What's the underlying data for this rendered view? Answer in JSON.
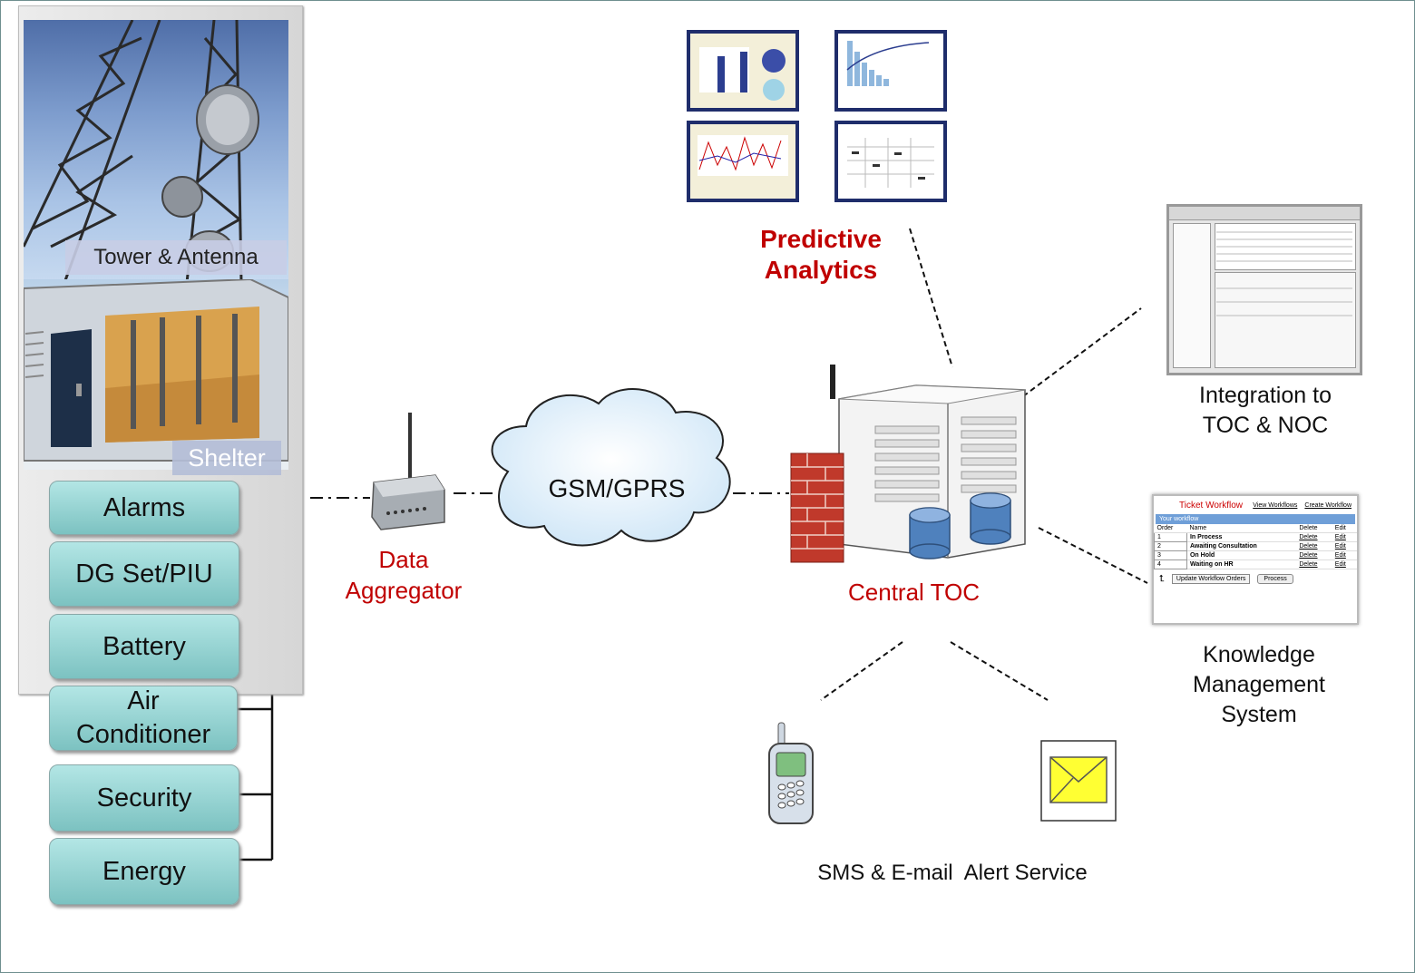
{
  "site": {
    "tower_caption": "Tower & Antenna",
    "shelter_caption": "Shelter",
    "items": [
      "Alarms",
      "DG Set/PIU",
      "Battery",
      "Air Conditioner",
      "Security",
      "Energy"
    ]
  },
  "aggregator": {
    "label": "Data Aggregator"
  },
  "network": {
    "label": "GSM/GPRS"
  },
  "central": {
    "label": "Central TOC"
  },
  "analytics": {
    "label": "Predictive Analytics"
  },
  "integration": {
    "label": "Integration to TOC & NOC"
  },
  "knowledge": {
    "label": "Knowledge Management System",
    "title": "Ticket Workflow",
    "view_link": "View Workflows",
    "create_link": "Create Workflow",
    "section": "Your workflow",
    "headers": [
      "Order",
      "Name",
      "Delete",
      "Edit"
    ],
    "rows": [
      {
        "order": "1",
        "name": "In Process",
        "delete": "Delete",
        "edit": "Edit"
      },
      {
        "order": "2",
        "name": "Awaiting Consultation",
        "delete": "Delete",
        "edit": "Edit"
      },
      {
        "order": "3",
        "name": "On Hold",
        "delete": "Delete",
        "edit": "Edit"
      },
      {
        "order": "4",
        "name": "Waiting on HR",
        "delete": "Delete",
        "edit": "Edit"
      }
    ],
    "select": "Update Workflow Orders",
    "process_button": "Process"
  },
  "alerts": {
    "label": "SMS & E-mail  Alert Service"
  },
  "colors": {
    "accent_red": "#c00000",
    "item_fill": "#9fd6d5",
    "db_blue": "#4f81bd"
  }
}
